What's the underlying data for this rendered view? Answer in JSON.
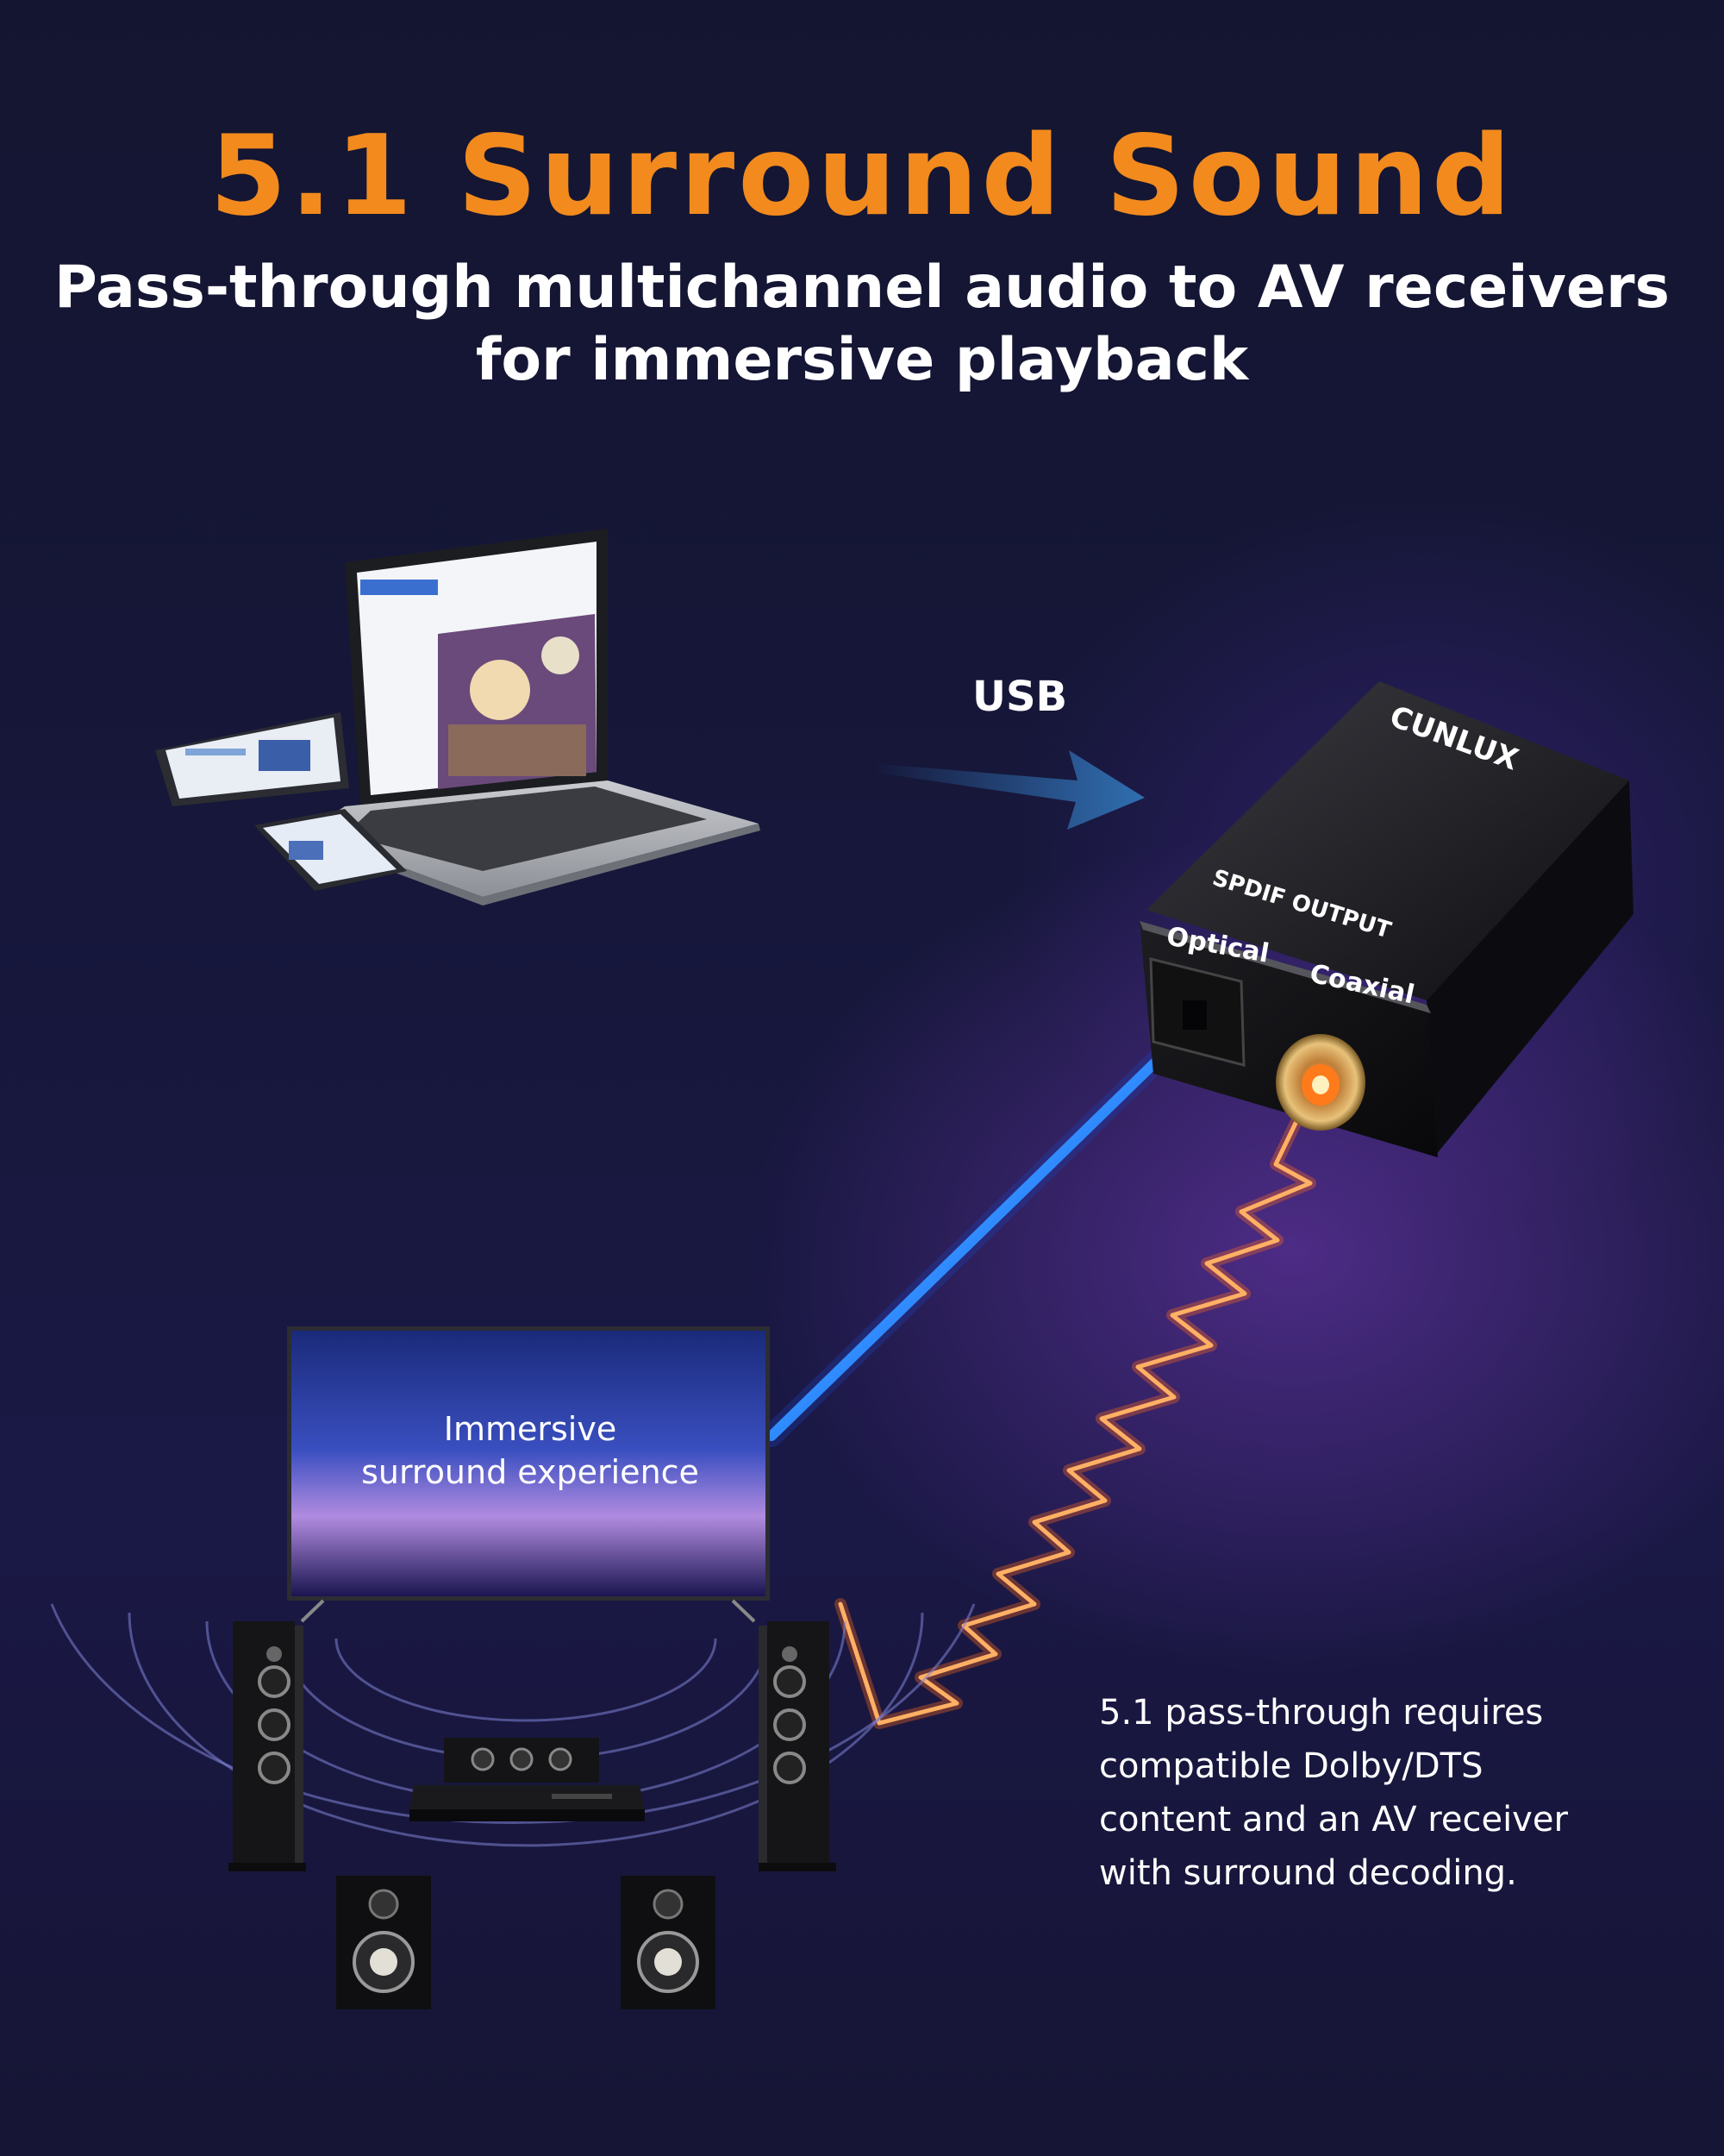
{
  "header": {
    "title": "5.1 Surround Sound",
    "subtitle_lines": [
      "Pass-through multichannel audio to AV receivers",
      "for immersive playback"
    ]
  },
  "connection": {
    "usb_label": "USB"
  },
  "device": {
    "brand": "CUNLUX",
    "panel_label": "SPDIF OUTPUT",
    "optical_label": "Optical",
    "coaxial_label": "Coaxial"
  },
  "tv": {
    "caption_lines": [
      "Immersive",
      "surround experience"
    ]
  },
  "note": {
    "lines": [
      "5.1 pass-through requires",
      "compatible Dolby/DTS",
      "content and an AV receiver",
      "with surround decoding."
    ]
  },
  "colors": {
    "accent_orange": "#f28a1e",
    "optical_blue": "#2f8bff",
    "coax_orange": "#ff8a2a",
    "arrow_blue": "#2f6fb0"
  },
  "icons": [
    "laptop-icon",
    "tablet-icon",
    "phone-icon",
    "usb-arrow-icon",
    "dac-device-icon",
    "tv-icon",
    "speaker-icon",
    "receiver-icon"
  ]
}
